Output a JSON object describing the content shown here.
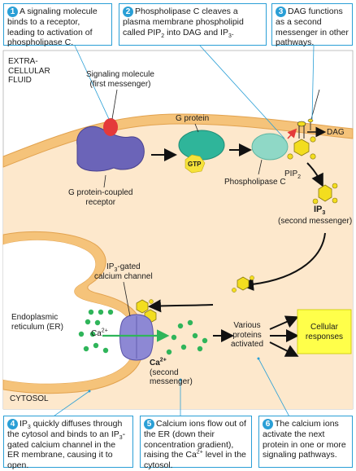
{
  "steps": [
    {
      "num": "1",
      "text": "A signaling molecule binds to a receptor, leading to activation of phospholipase C."
    },
    {
      "num": "2",
      "text_pre": "Phospholipase C cleaves a plasma membrane phospholipid called PIP",
      "sub1": "2",
      "text_mid": " into DAG and IP",
      "sub2": "3",
      "text_post": "."
    },
    {
      "num": "3",
      "text": "DAG functions as a second messenger in other pathways."
    },
    {
      "num": "4",
      "text_pre": "IP",
      "sub1": "3",
      "text_post": " quickly diffuses through the cytosol and binds to an IP",
      "sub2": "3",
      "text_end": "-gated calcium channel in the ER membrane, causing it to open."
    },
    {
      "num": "5",
      "text_pre": "Calcium ions flow out of the ER (down their concentration gradient), raising the Ca",
      "sup": "2+",
      "text_post": " level in the cytosol."
    },
    {
      "num": "6",
      "text": "The calcium ions activate the next protein in one or more signaling pathways."
    }
  ],
  "labels": {
    "extracellular": [
      "EXTRA-",
      "CELLULAR",
      "FLUID"
    ],
    "signaling_molecule": [
      "Signaling molecule",
      "(first messenger)"
    ],
    "g_protein": "G protein",
    "gtp": "GTP",
    "receptor": [
      "G protein-coupled",
      "receptor"
    ],
    "phospholipase": "Phospholipase C",
    "dag": "DAG",
    "pip2": "PIP",
    "pip2_sub": "2",
    "ip3": "IP",
    "ip3_sub": "3",
    "second_messenger": "(second messenger)",
    "channel_1": "IP",
    "channel_sub": "3",
    "channel_2": "-gated",
    "channel_3": "calcium channel",
    "er": [
      "Endoplasmic",
      "reticulum (ER)"
    ],
    "ca": "Ca",
    "ca_sup": "2+",
    "ca2": "Ca",
    "ca2_sup": "2+",
    "ca2_msg": [
      "(second",
      "messenger)"
    ],
    "proteins": [
      "Various",
      "proteins",
      "activated"
    ],
    "responses": [
      "Cellular",
      "responses"
    ],
    "cytosol": "CYTOSOL"
  },
  "colors": {
    "membrane": "#f5c37a",
    "membrane_edge": "#e2a24e",
    "receptor": "#6b64b8",
    "g_protein": "#2fb59a",
    "phospholipase": "#8fd8c6",
    "ligand": "#e43a3a",
    "gtp": "#f6e23a",
    "ip3": "#f3dd1f",
    "calcium": "#2fb55a",
    "responses_bg": "#ffff4a",
    "accent": "#2a9fd6"
  }
}
